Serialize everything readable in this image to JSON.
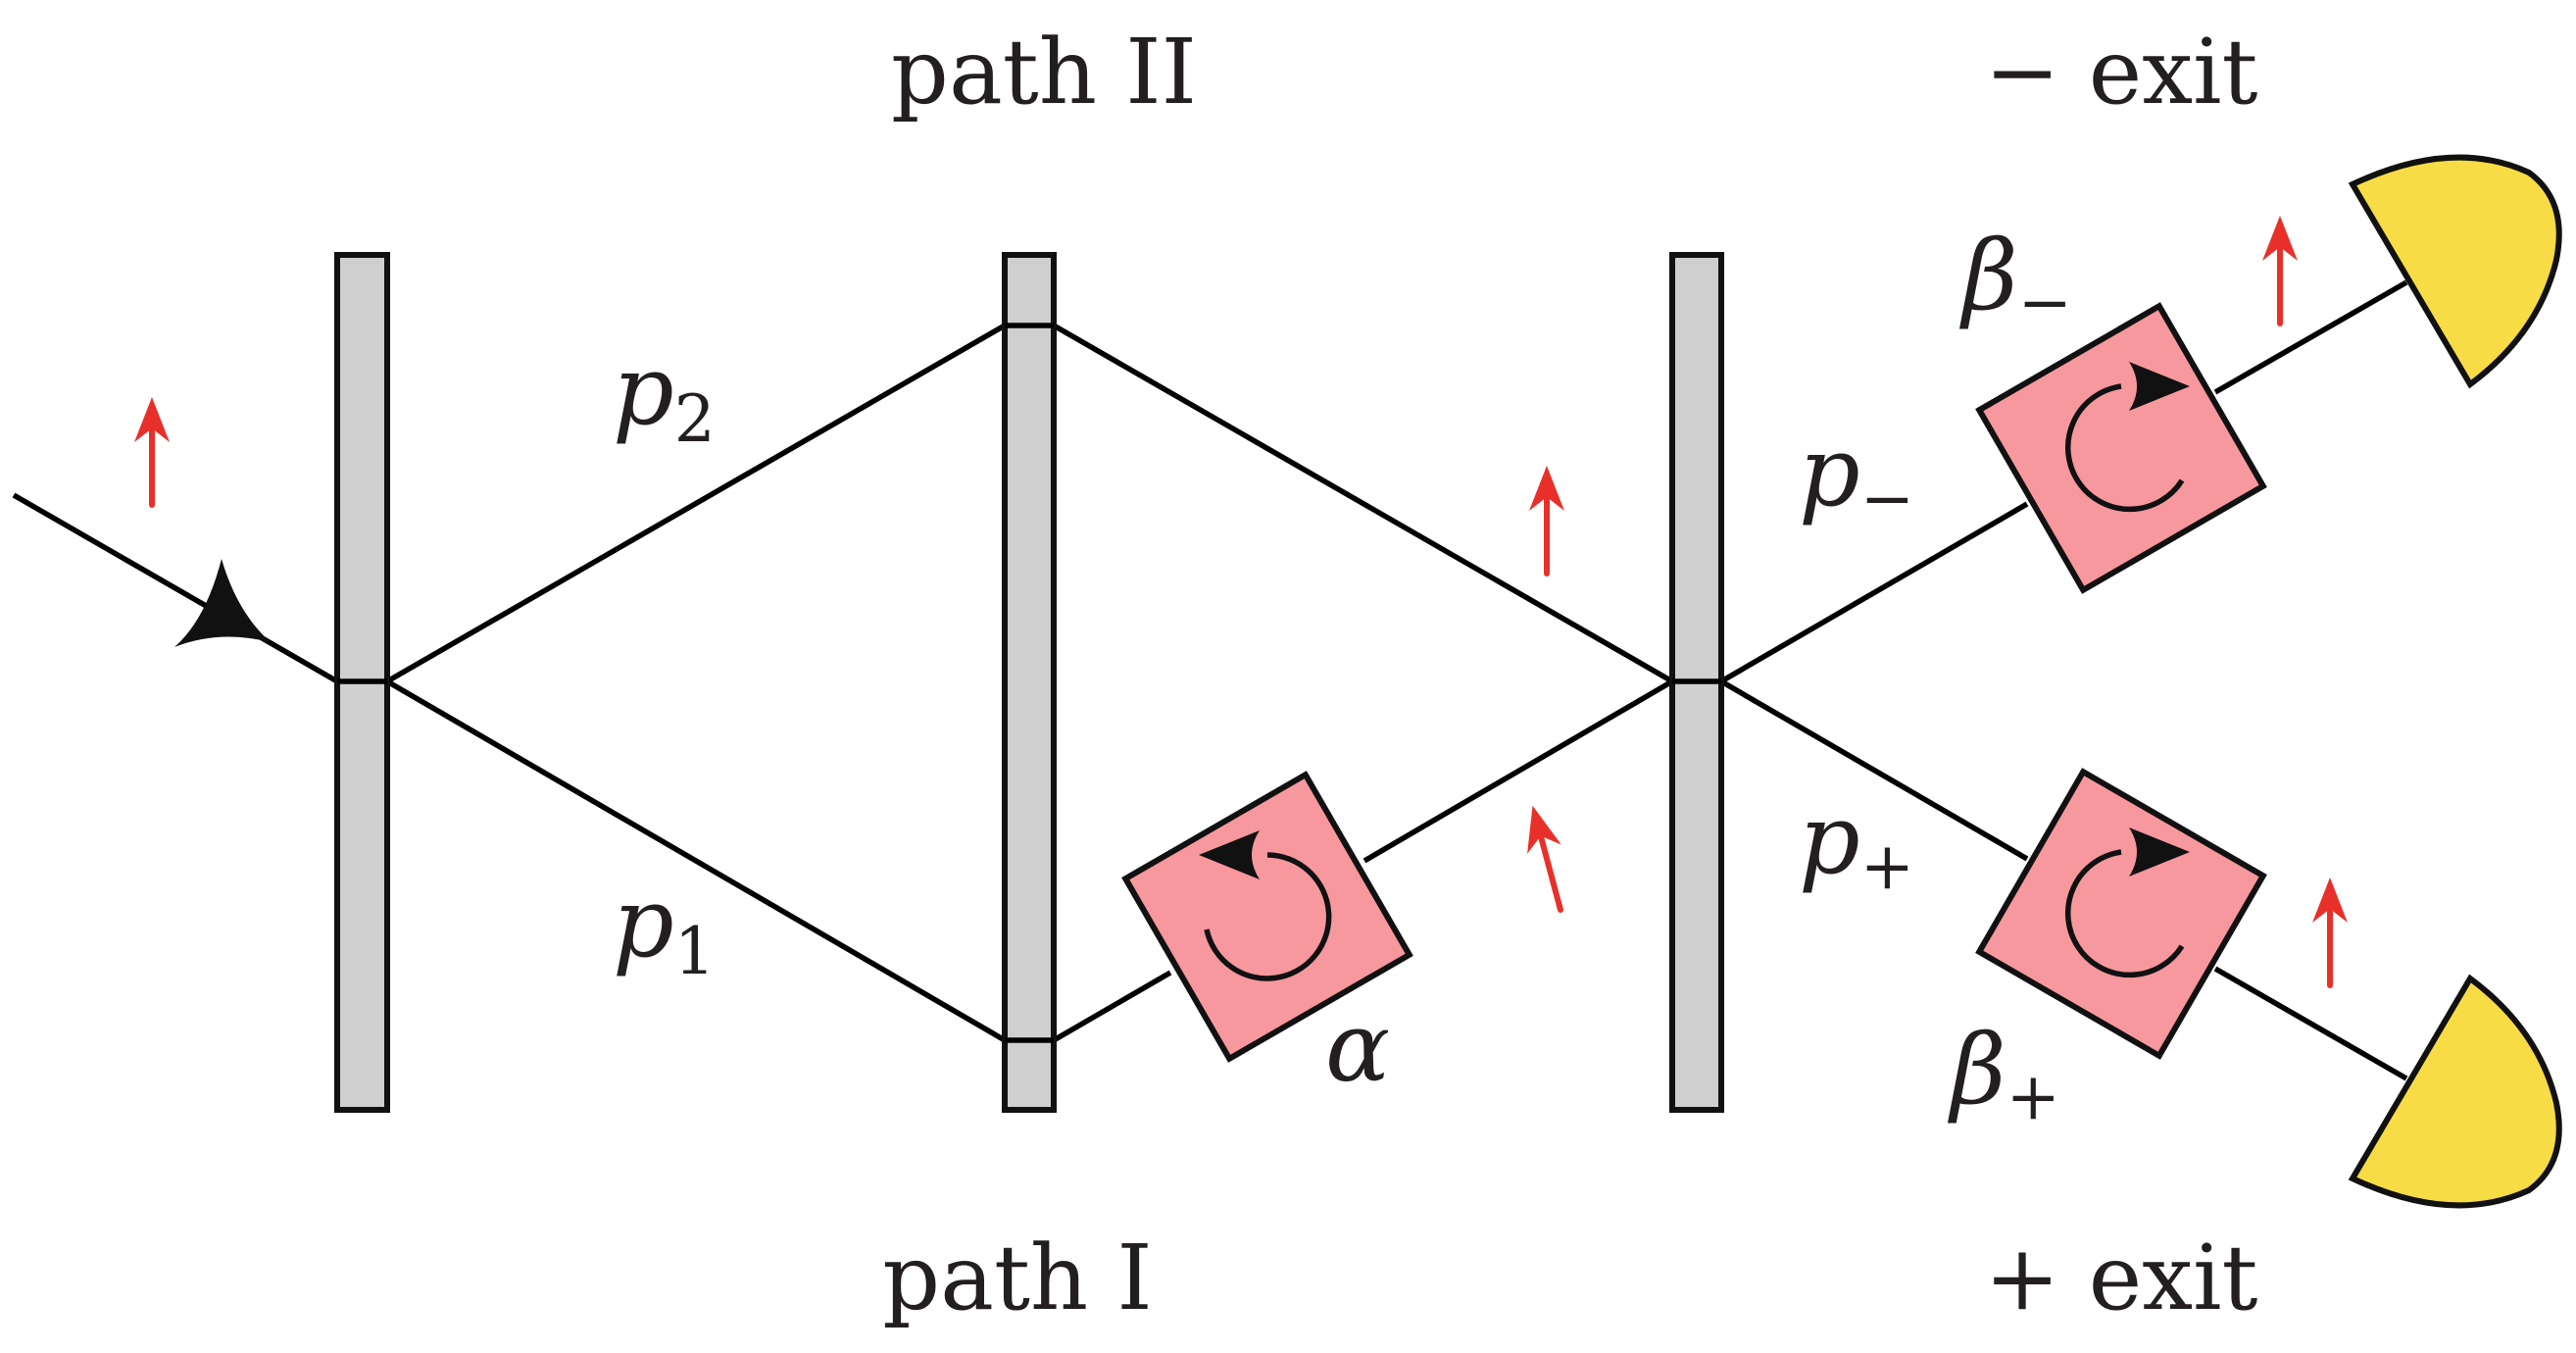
{
  "labels": {
    "path_upper": "path II",
    "path_lower": "path I",
    "exit_minus": "− exit",
    "exit_plus": "+ exit",
    "p2_main": "p",
    "p2_sub": "2",
    "p1_main": "p",
    "p1_sub": "1",
    "pminus_main": "p",
    "pminus_sub": "−",
    "pplus_main": "p",
    "pplus_sub": "+",
    "alpha": "α",
    "beta_minus_main": "β",
    "beta_minus_sub": "−",
    "beta_plus_main": "β",
    "beta_plus_sub": "+"
  },
  "colors": {
    "splitter_fill": "#cfcfcf",
    "rotator_fill": "#f6989e",
    "detector_fill": "#f8dc45",
    "spin_arrow": "#e8302a",
    "line": "#000000"
  }
}
